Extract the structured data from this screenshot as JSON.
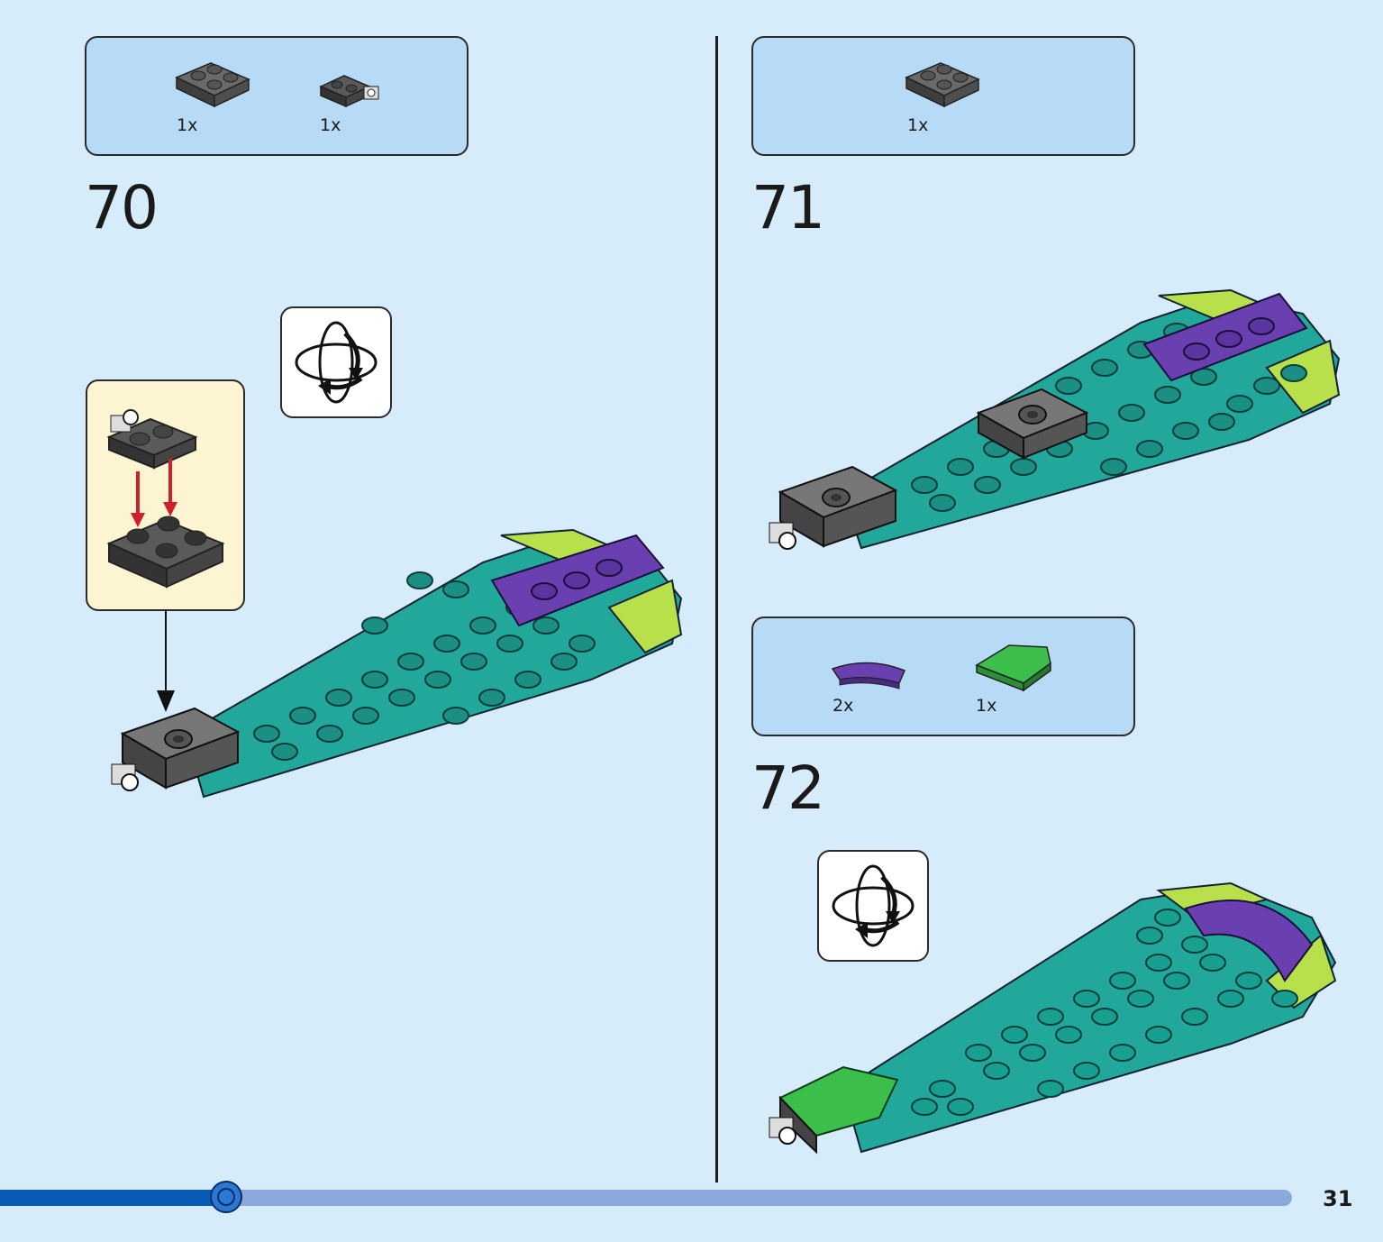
{
  "page_number": "31",
  "progress": 0.175,
  "colors": {
    "background": "#d6ecfb",
    "parts_box": "#b7dbf6",
    "callout": "#fdf4d2",
    "teal": "#22a89a",
    "lime": "#b8e04a",
    "purple": "#6a3fb0",
    "dark_gray": "#555555",
    "green": "#3cbf4a",
    "progress_done": "#0a5bb5",
    "progress_todo": "#8ba9dd"
  },
  "steps": [
    {
      "number": "70",
      "parts": [
        {
          "qty": "1x",
          "icon": "plate-2x2-dark-gray-icon"
        },
        {
          "qty": "1x",
          "icon": "plate-hinge-dark-gray-icon"
        }
      ],
      "rotate_icon": "rotate-model-icon"
    },
    {
      "number": "71",
      "parts": [
        {
          "qty": "1x",
          "icon": "plate-2x2-dark-gray-icon"
        }
      ]
    },
    {
      "number": "72",
      "parts": [
        {
          "qty": "2x",
          "icon": "curved-tile-purple-icon"
        },
        {
          "qty": "1x",
          "icon": "wedge-tile-green-icon"
        }
      ],
      "rotate_icon": "rotate-model-icon"
    }
  ]
}
